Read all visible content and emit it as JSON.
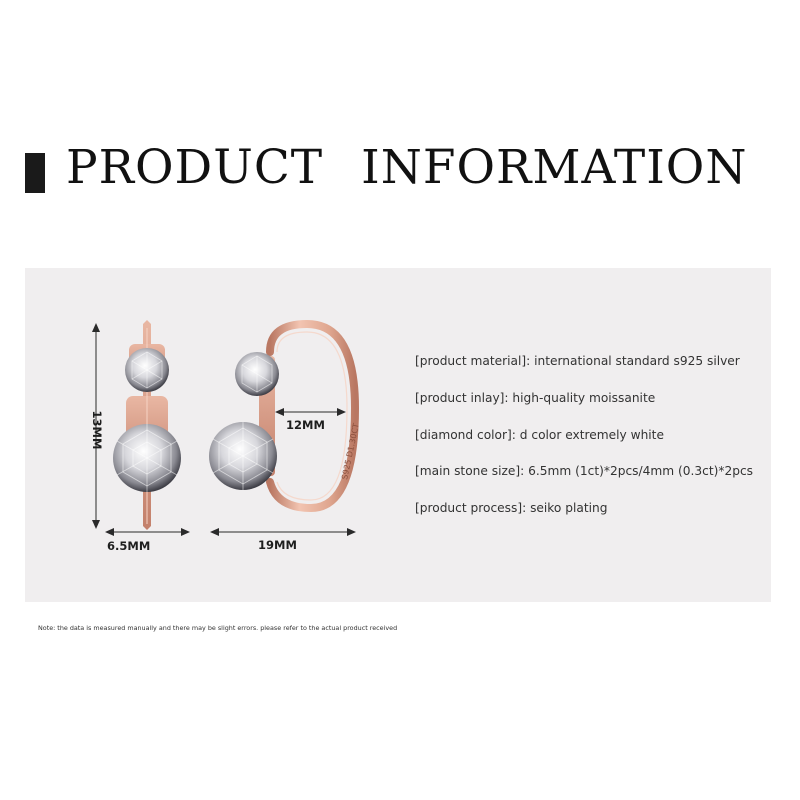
{
  "header": {
    "title_left": "PRODUCT",
    "title_right": "INFORMATION"
  },
  "dimensions": {
    "height_label": "13MM",
    "inner_diameter_label": "12MM",
    "stone_width_label": "6.5MM",
    "outer_width_label": "19MM",
    "hallmark": "S925 D1.30CT"
  },
  "specs": [
    {
      "text": "[product material]: international standard s925 silver"
    },
    {
      "text": "[product inlay]: high-quality moissanite"
    },
    {
      "text": "[diamond color]: d color extremely white"
    },
    {
      "text": "[main stone size]: 6.5mm (1ct)*2pcs/4mm (0.3ct)*2pcs"
    },
    {
      "text": "[product process]: seiko plating"
    }
  ],
  "footer": {
    "note": "Note: the data is measured manually and there may be slight errors. please refer to the actual product received"
  },
  "colors": {
    "panel_background": "#f0eeef",
    "rose_gold": "#dfa68f",
    "rose_gold_dark": "#b97762",
    "title_text": "#111111"
  }
}
